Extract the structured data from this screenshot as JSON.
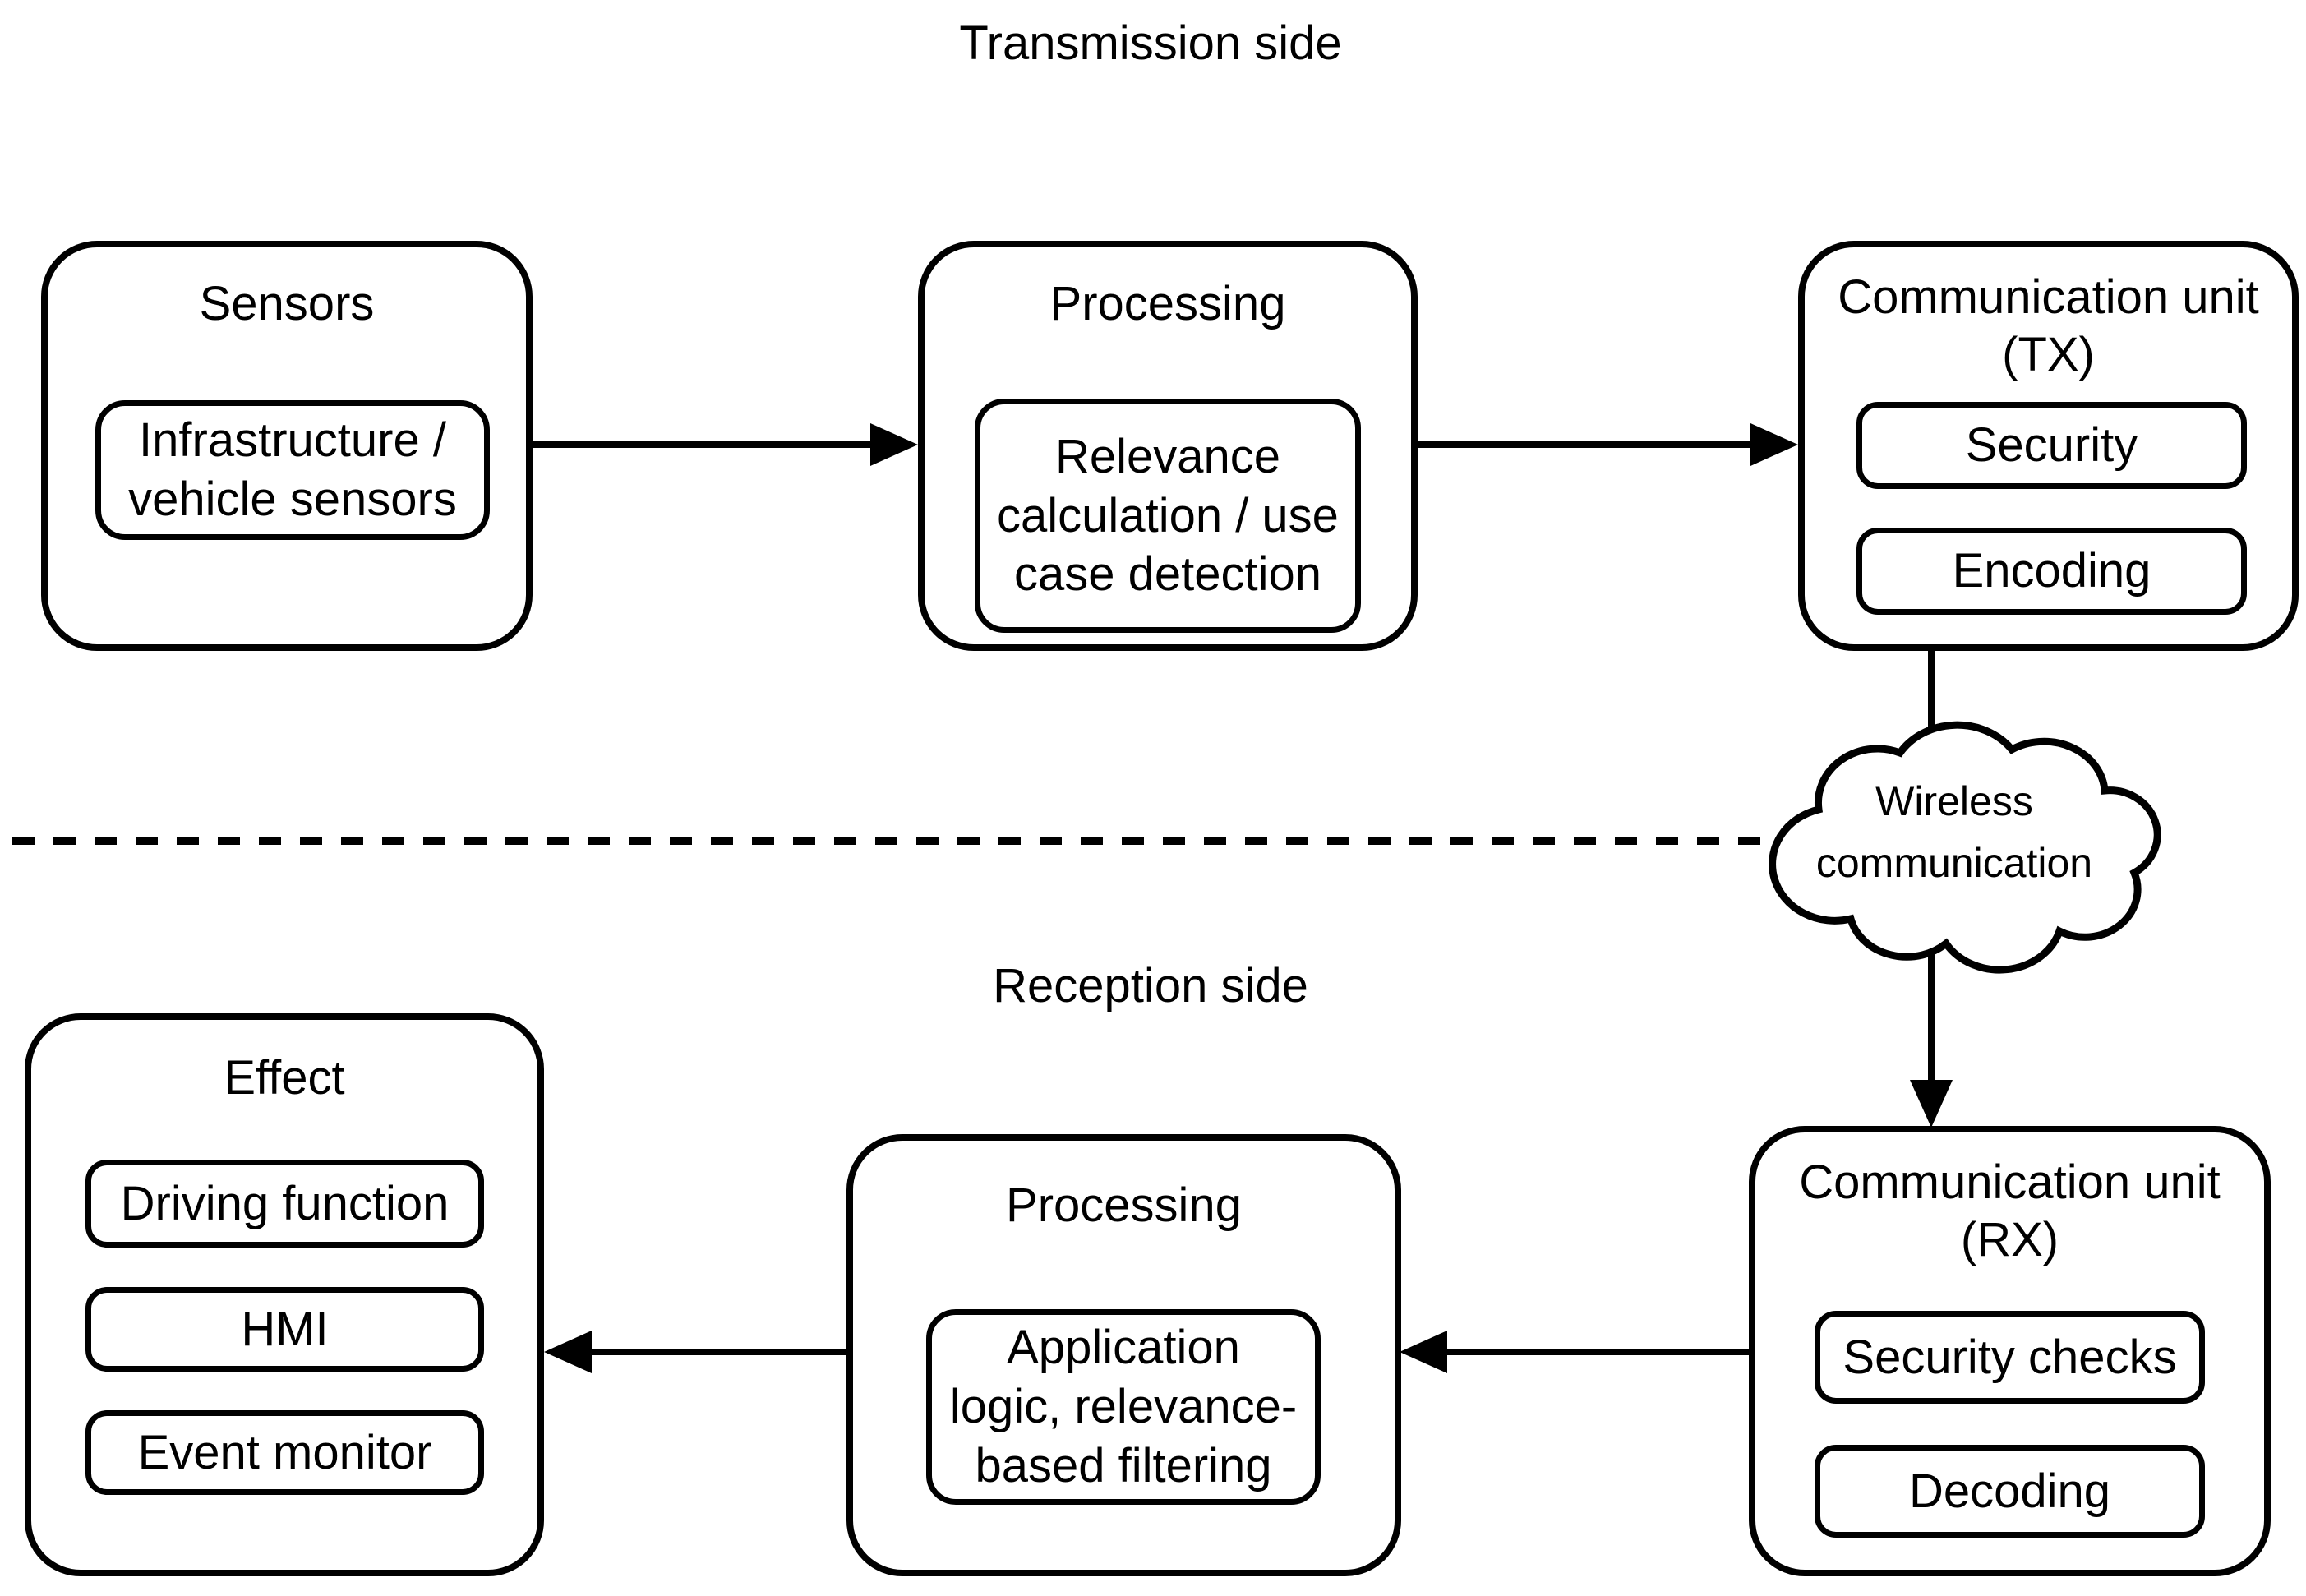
{
  "page": {
    "background": "#ffffff",
    "line_color": "#000000"
  },
  "transmission": {
    "section_label": "Transmission side",
    "sensors": {
      "title": "Sensors",
      "inner_lines": [
        "Infrastructure /",
        "vehicle sensors"
      ]
    },
    "processing": {
      "title": "Processing",
      "inner_lines": [
        "Relevance",
        "calculation / use",
        "case detection"
      ]
    },
    "comm_unit": {
      "title_lines": [
        "Communication unit",
        "(TX)"
      ],
      "items": [
        "Security",
        "Encoding"
      ]
    }
  },
  "wireless": {
    "cloud_lines": [
      "Wireless",
      "communication"
    ]
  },
  "reception": {
    "section_label": "Reception side",
    "effect": {
      "title": "Effect",
      "items": [
        "Driving function",
        "HMI",
        "Event monitor"
      ]
    },
    "processing": {
      "title": "Processing",
      "inner_lines": [
        "Application",
        "logic, relevance-",
        "based filtering"
      ]
    },
    "comm_unit": {
      "title_lines": [
        "Communication unit",
        "(RX)"
      ],
      "items": [
        "Security checks",
        "Decoding"
      ]
    }
  }
}
